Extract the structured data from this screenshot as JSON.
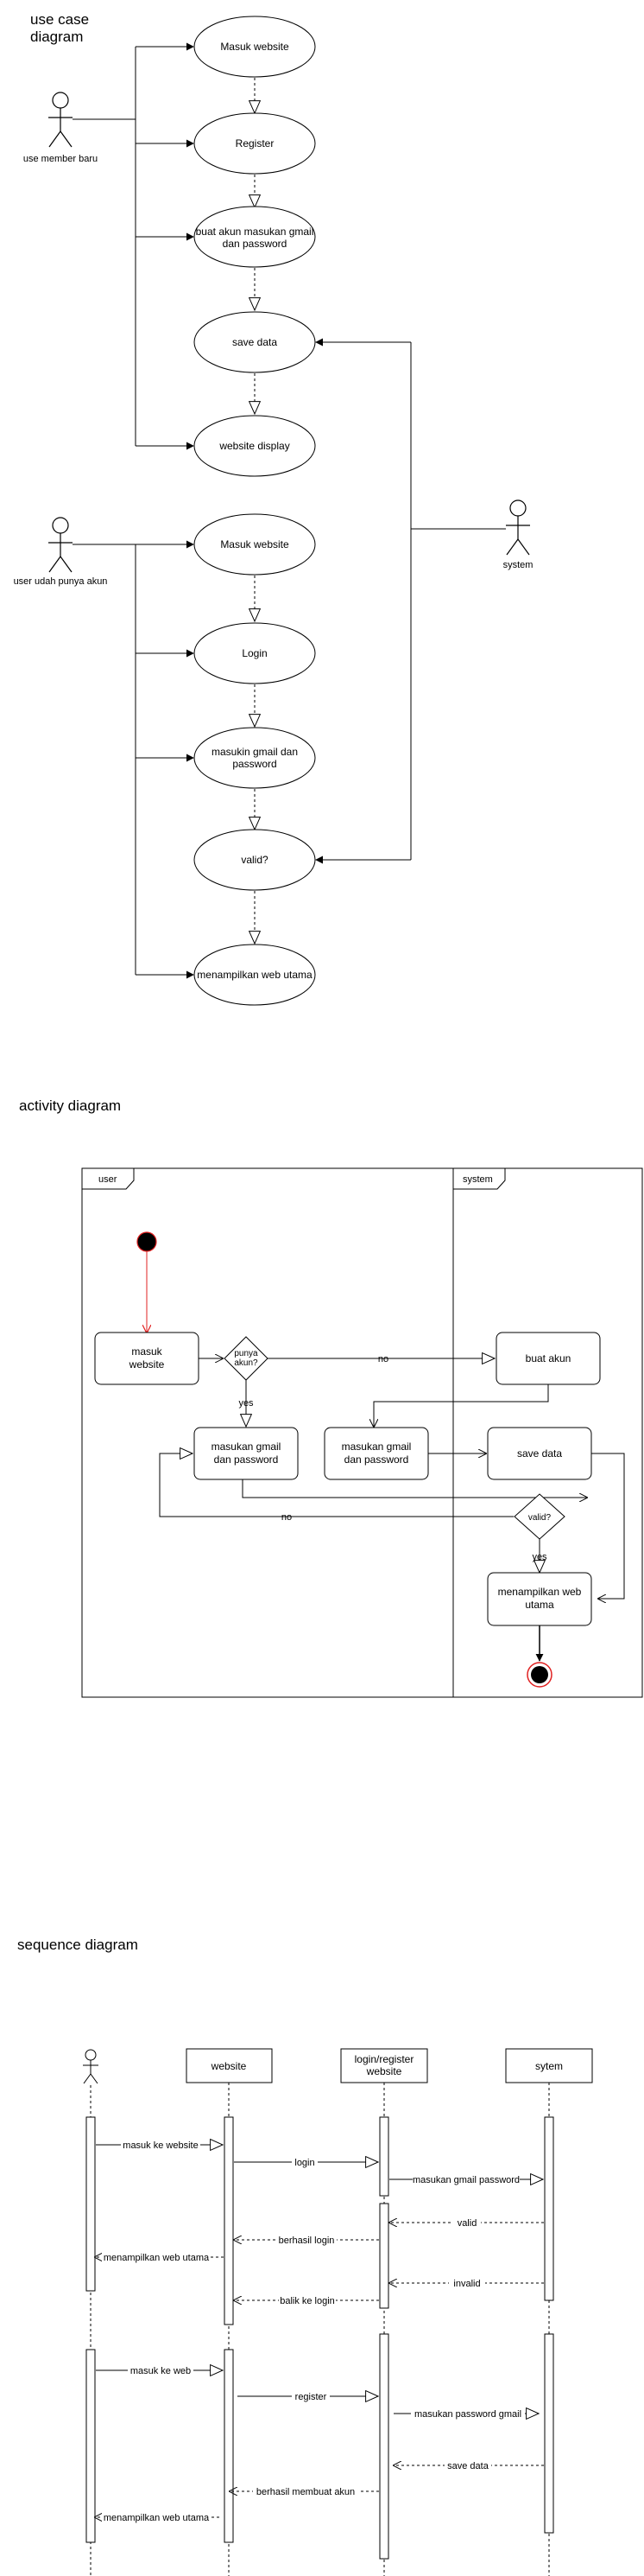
{
  "usecase": {
    "title_line1": "use case",
    "title_line2": "diagram",
    "actor_new": "use member baru",
    "actor_existing": "user udah punya akun",
    "actor_system": "system",
    "uc_masuk_website_1": "Masuk website",
    "uc_register": "Register",
    "uc_buat_akun_line1": "buat akun masukan gmail",
    "uc_buat_akun_line2": "dan password",
    "uc_save_data": "save data",
    "uc_website_display": "website display",
    "uc_masuk_website_2": "Masuk website",
    "uc_login": "Login",
    "uc_masukin_line1": "masukin gmail dan",
    "uc_masukin_line2": "password",
    "uc_valid": "valid?",
    "uc_menampilkan": "menampilkan web utama"
  },
  "activity": {
    "title": "activity diagram",
    "lane_user": "user",
    "lane_system": "system",
    "masuk_website_line1": "masuk",
    "masuk_website_line2": "website",
    "punya_akun_line1": "punya",
    "punya_akun_line2": "akun?",
    "label_no_1": "no",
    "label_yes_1": "yes",
    "buat_akun": "buat akun",
    "masukan_1_line1": "masukan gmail",
    "masukan_1_line2": "dan password",
    "masukan_2_line1": "masukan gmail",
    "masukan_2_line2": "dan password",
    "save_data": "save data",
    "valid": "valid?",
    "label_no_2": "no",
    "label_yes_2": "yes",
    "menampilkan_line1": "menampilkan web",
    "menampilkan_line2": "utama"
  },
  "sequence": {
    "title": "sequence diagram",
    "lifeline_website": "website",
    "lifeline_login_line1": "login/register",
    "lifeline_login_line2": "website",
    "lifeline_system": "sytem",
    "msg_masuk_ke_website": "masuk ke website",
    "msg_login": "login",
    "msg_masukan_gmail_password": "masukan gmail password",
    "msg_valid": "valid",
    "msg_berhasil_login": "berhasil login",
    "msg_menampilkan_web_utama_1": "menampilkan web utama",
    "msg_invalid": "invalid",
    "msg_balik_ke_login": "balik ke login",
    "msg_masuk_ke_web": "masuk ke web",
    "msg_register": "register",
    "msg_masukan_password_gmail": "masukan password gmail",
    "msg_save_data": "save data",
    "msg_berhasil_membuat_akun": "berhasil membuat akun",
    "msg_menampilkan_web_utama_2": "menampilkan web utama"
  }
}
